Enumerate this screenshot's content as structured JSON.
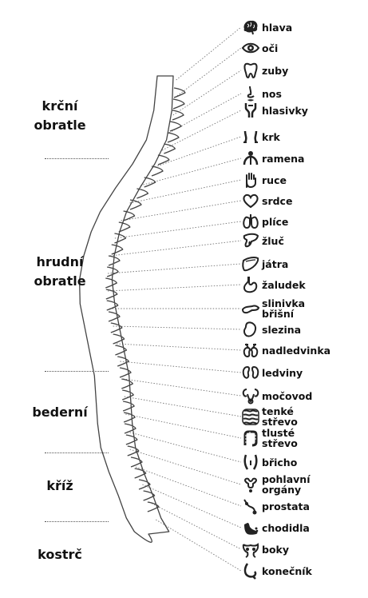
{
  "regions": [
    {
      "id": "cervical",
      "lines": [
        "krční",
        "obratle"
      ]
    },
    {
      "id": "thoracic",
      "lines": [
        "hrudní",
        "obratle"
      ]
    },
    {
      "id": "lumbar",
      "lines": [
        "bederní"
      ]
    },
    {
      "id": "sacrum",
      "lines": [
        "kříž"
      ]
    },
    {
      "id": "coccyx",
      "lines": [
        "kostrč"
      ]
    }
  ],
  "organs": [
    {
      "label": [
        "hlava"
      ],
      "icon": "brain-icon"
    },
    {
      "label": [
        "oči"
      ],
      "icon": "eye-icon"
    },
    {
      "label": [
        "zuby"
      ],
      "icon": "tooth-icon"
    },
    {
      "label": [
        "nos"
      ],
      "icon": "nose-icon"
    },
    {
      "label": [
        "hlasivky"
      ],
      "icon": "vocal-cords-icon"
    },
    {
      "label": [
        "krk"
      ],
      "icon": "neck-icon"
    },
    {
      "label": [
        "ramena"
      ],
      "icon": "shoulders-icon"
    },
    {
      "label": [
        "ruce"
      ],
      "icon": "hand-icon"
    },
    {
      "label": [
        "srdce"
      ],
      "icon": "heart-icon"
    },
    {
      "label": [
        "plíce"
      ],
      "icon": "lungs-icon"
    },
    {
      "label": [
        "žluč"
      ],
      "icon": "gallbladder-icon"
    },
    {
      "label": [
        "játra"
      ],
      "icon": "liver-icon"
    },
    {
      "label": [
        "žaludek"
      ],
      "icon": "stomach-icon"
    },
    {
      "label": [
        "slinivka",
        "břišní"
      ],
      "icon": "pancreas-icon"
    },
    {
      "label": [
        "slezina"
      ],
      "icon": "spleen-icon"
    },
    {
      "label": [
        "nadledvinka"
      ],
      "icon": "adrenal-gland-icon"
    },
    {
      "label": [
        "ledviny"
      ],
      "icon": "kidneys-icon"
    },
    {
      "label": [
        "močovod"
      ],
      "icon": "ureter-icon"
    },
    {
      "label": [
        "tenké",
        "střevo"
      ],
      "icon": "small-intestine-icon"
    },
    {
      "label": [
        "tlusté",
        "střevo"
      ],
      "icon": "large-intestine-icon"
    },
    {
      "label": [
        "břicho"
      ],
      "icon": "abdomen-icon"
    },
    {
      "label": [
        "pohlavní",
        "orgány"
      ],
      "icon": "reproductive-organs-icon"
    },
    {
      "label": [
        "prostata"
      ],
      "icon": "prostate-icon"
    },
    {
      "label": [
        "chodidla"
      ],
      "icon": "feet-icon"
    },
    {
      "label": [
        "boky"
      ],
      "icon": "hips-icon"
    },
    {
      "label": [
        "konečník"
      ],
      "icon": "rectum-icon"
    }
  ]
}
